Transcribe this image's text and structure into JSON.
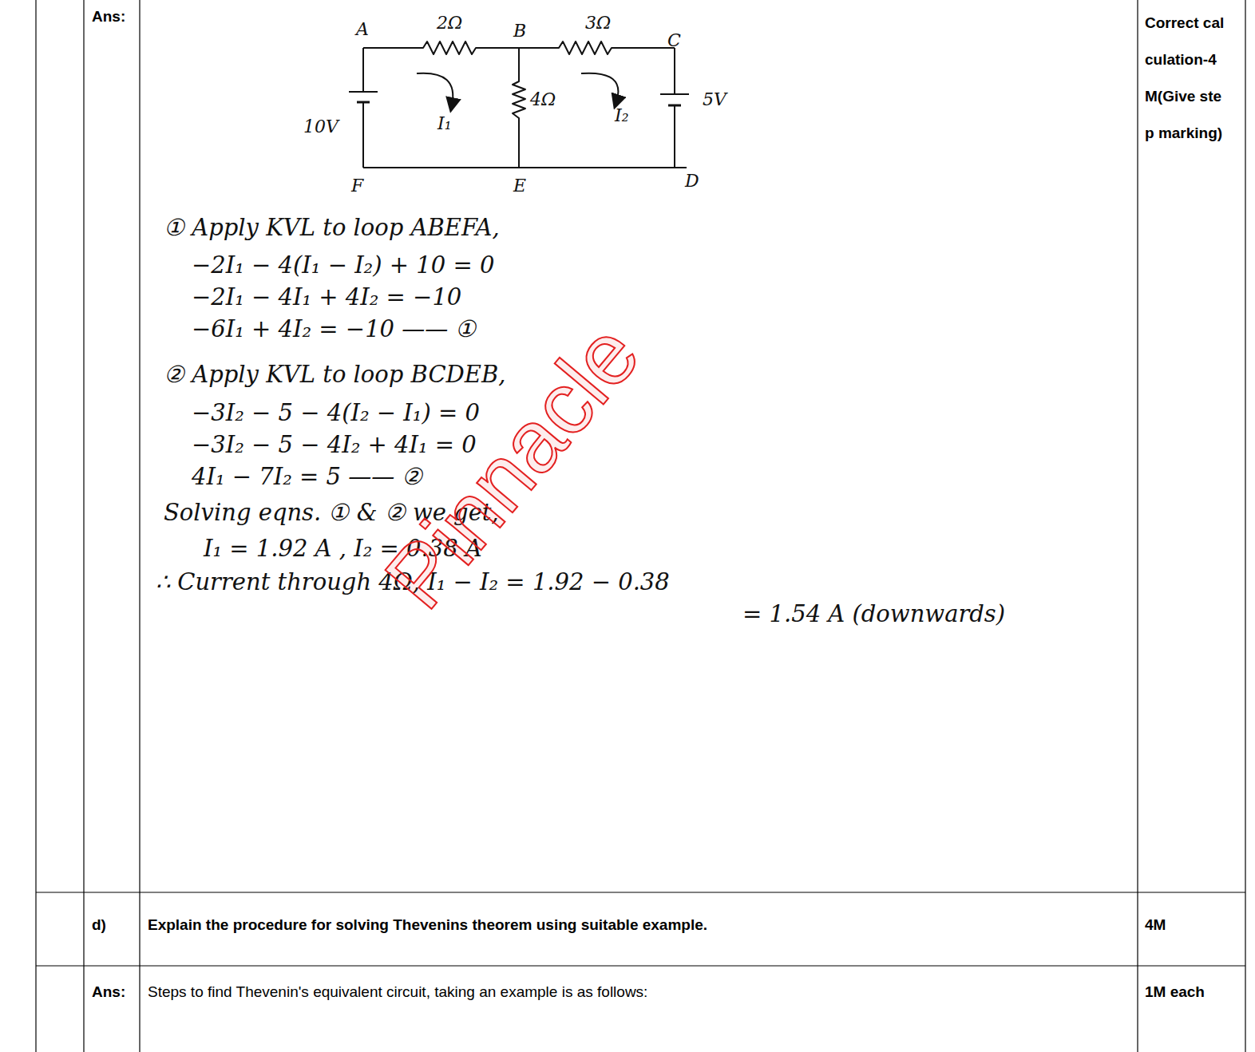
{
  "diagram": {
    "labels": [
      "Ans:",
      "A",
      "2Ω",
      "B",
      "3Ω",
      "C",
      "10V",
      "4Ω",
      "5V",
      "I₁",
      "I₂",
      "F",
      "E",
      "D",
      "① Apply KVL to loop ABEFA,",
      "−2I₁ − 4(I₁ − I₂) + 10 = 0",
      "−2I₁ − 4I₁ + 4I₂ = −10",
      "−6I₁ + 4I₂ = −10 —— ①",
      "② Apply KVL to loop BCDEB,",
      "−3I₂ − 5 − 4(I₂ − I₁) = 0",
      "−3I₂ − 5 − 4I₂ + 4I₁ = 0",
      "4I₁ − 7I₂ = 5 —— ②",
      "Solving eqns. ① & ② we get,",
      "I₁ = 1.92 A , I₂ = 0.38 A",
      "∴ Current through 4Ω, I₁ − I₂ = 1.92 − 0.38",
      "= 1.54 A (downwards)",
      "Correct calculation-4M(Give step marking)",
      "d)",
      "Explain the procedure for solving Thevenins theorem using suitable example.",
      "4M",
      "Ans:",
      "Steps to find Thevenin's equivalent circuit, taking an example is as follows:",
      "1M each",
      "Pinnacle"
    ]
  }
}
